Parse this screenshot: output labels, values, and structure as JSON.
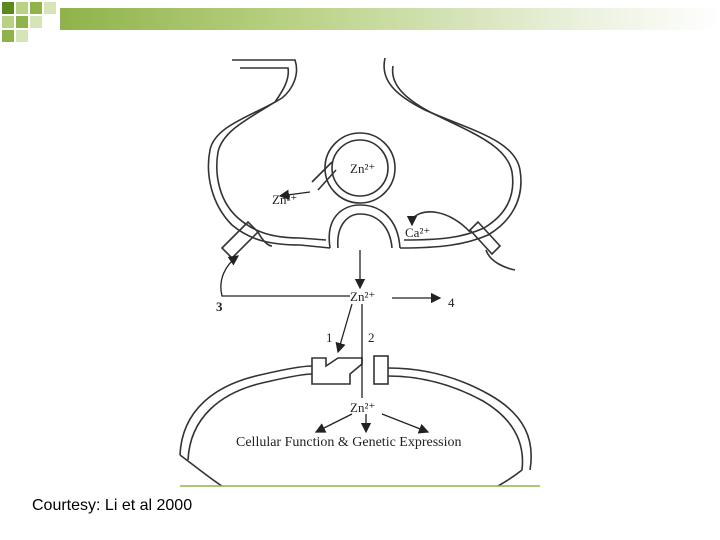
{
  "slide": {
    "accent_colors": [
      "#8fb34a",
      "#b9d184",
      "#5a8a1e"
    ],
    "caption": "Courtesy: Li et al 2000"
  },
  "diagram": {
    "labels": {
      "zn_vesicle": "Zn²⁺",
      "zn_release": "Zn²⁺",
      "ca": "Ca²⁺",
      "zn_cleft": "Zn²⁺",
      "zn_post": "Zn²⁺",
      "num_1": "1",
      "num_2": "2",
      "num_3": "3",
      "num_4": "4",
      "output": "Cellular Function & Genetic Expression"
    }
  }
}
